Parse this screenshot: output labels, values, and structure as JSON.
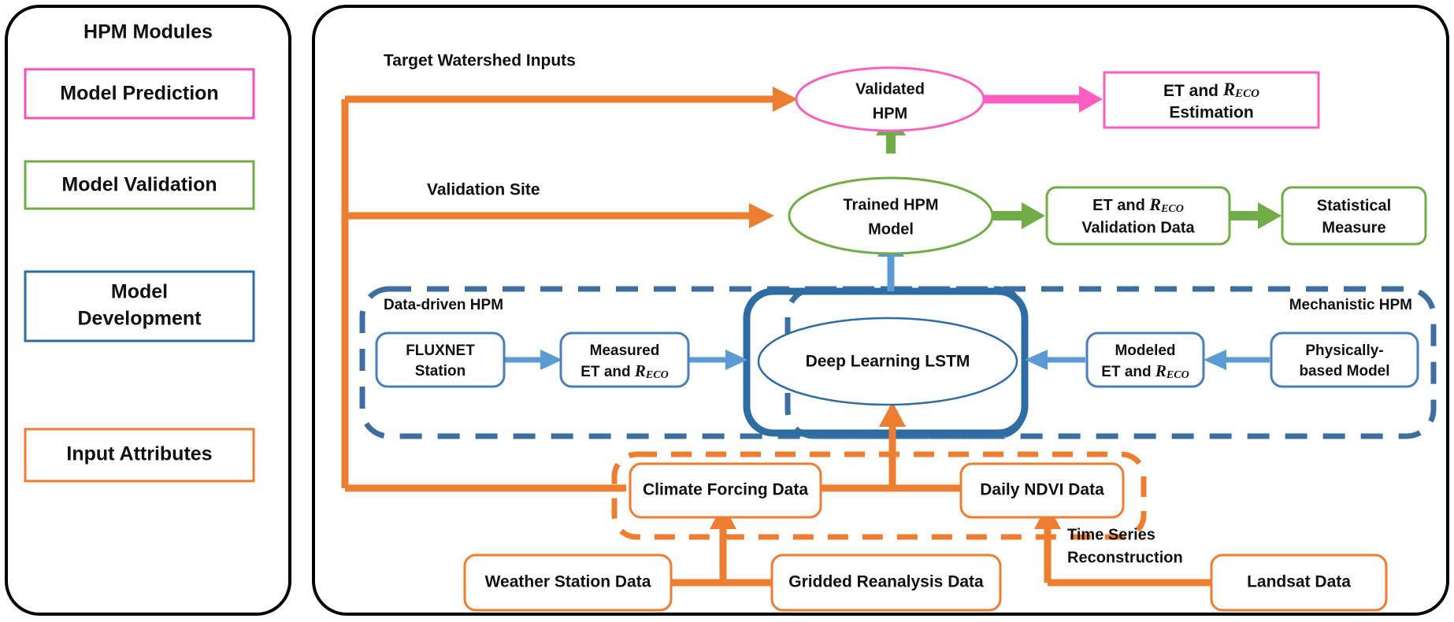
{
  "legend_panel": {
    "title": "HPM Modules",
    "items": [
      {
        "label": "Model Prediction",
        "color": "#f250b4",
        "id": "model-prediction"
      },
      {
        "label": "Model Validation",
        "color": "#70ad47",
        "id": "model-validation"
      },
      {
        "label_line1": "Model",
        "label_line2": "Development",
        "color": "#2e6da4",
        "id": "model-development"
      },
      {
        "label": "Input Attributes",
        "color": "#ed7d31",
        "id": "input-attributes"
      }
    ]
  },
  "flow_panel": {
    "annotations": {
      "target_watershed_inputs": "Target Watershed Inputs",
      "validation_site": "Validation Site",
      "data_driven_hpm": "Data-driven HPM",
      "mechanistic_hpm": "Mechanistic HPM",
      "time_series_line1": "Time Series",
      "time_series_line2": "Reconstruction"
    },
    "nodes": {
      "validated_hpm": {
        "line1": "Validated",
        "line2": "HPM",
        "color": "#f250b4",
        "shape": "ellipse"
      },
      "et_reco_estimation": {
        "line1_pre": "ET and ",
        "line1_sym": "R",
        "line1_sub": "ECO",
        "line2": "Estimation",
        "color": "#f250b4",
        "shape": "rect"
      },
      "trained_hpm_model": {
        "line1": "Trained HPM",
        "line2": "Model",
        "color": "#70ad47",
        "shape": "ellipse"
      },
      "et_reco_validation_data": {
        "line1_pre": "ET and ",
        "line1_sym": "R",
        "line1_sub": "ECO",
        "line2": "Validation Data",
        "color": "#70ad47",
        "shape": "round-rect"
      },
      "statistical_measure": {
        "line1": "Statistical",
        "line2": "Measure",
        "color": "#70ad47",
        "shape": "round-rect"
      },
      "fluxnet_station": {
        "line1": "FLUXNET",
        "line2": "Station",
        "color": "#4a7ebb",
        "shape": "round-rect"
      },
      "measured_et_reco": {
        "line1": "Measured",
        "line2_pre": "ET and ",
        "line2_sym": "R",
        "line2_sub": "ECO",
        "color": "#4a7ebb",
        "shape": "round-rect"
      },
      "deep_learning_lstm": {
        "line1": "Deep Learning LSTM",
        "color": "#2e6da4",
        "shape": "ellipse"
      },
      "modeled_et_reco": {
        "line1": "Modeled",
        "line2_pre": "ET and ",
        "line2_sym": "R",
        "line2_sub": "ECO",
        "color": "#4a7ebb",
        "shape": "round-rect"
      },
      "physically_based_model": {
        "line1": "Physically-",
        "line2": "based Model",
        "color": "#4a7ebb",
        "shape": "round-rect"
      },
      "climate_forcing_data": {
        "line1": "Climate Forcing Data",
        "color": "#ed7d31",
        "shape": "round-rect"
      },
      "daily_ndvi_data": {
        "line1": "Daily NDVI Data",
        "color": "#ed7d31",
        "shape": "round-rect"
      },
      "weather_station_data": {
        "line1": "Weather Station Data",
        "color": "#ed7d31",
        "shape": "round-rect"
      },
      "gridded_reanalysis_data": {
        "line1": "Gridded Reanalysis Data",
        "color": "#ed7d31",
        "shape": "round-rect"
      },
      "landsat_data": {
        "line1": "Landsat Data",
        "color": "#ed7d31",
        "shape": "round-rect"
      }
    },
    "groups": {
      "data_driven_group": {
        "color": "#3c6e9f",
        "style": "dashed"
      },
      "lstm_group": {
        "color": "#2e6da4",
        "style": "solid-thick"
      },
      "mechanistic_group": {
        "color": "#3c6e9f",
        "style": "dashed"
      },
      "input_group": {
        "color": "#ed7d31",
        "style": "dashed"
      }
    },
    "connector_colors": {
      "orange": "#ed7d31",
      "pink": "#fc5fc1",
      "green": "#70ad47",
      "blue": "#5b9bd5"
    }
  }
}
